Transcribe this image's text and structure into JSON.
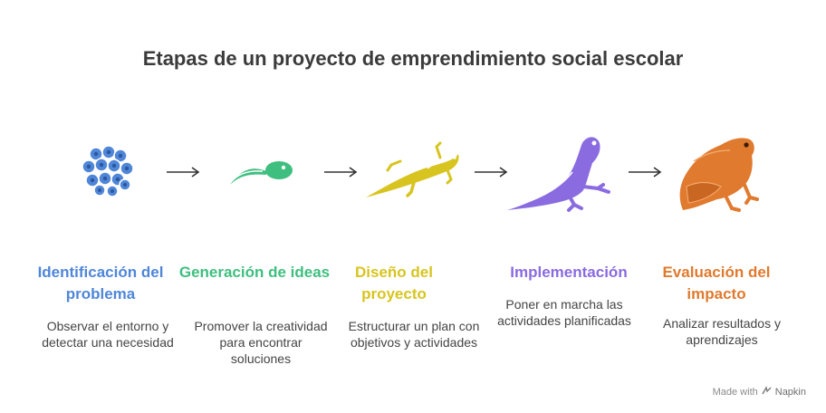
{
  "title": "Etapas de un proyecto de emprendimiento social escolar",
  "stages": [
    {
      "title": "Identificación del problema",
      "description": "Observar el entorno y detectar una necesidad",
      "color": "#4f86d8",
      "icon": "frog-eggs-icon"
    },
    {
      "title": "Generación de ideas",
      "description": "Promover la creatividad para encontrar soluciones",
      "color": "#3fbf7f",
      "icon": "tadpole-icon"
    },
    {
      "title": "Diseño del proyecto",
      "description": "Estructurar un plan con objetivos y actividades",
      "color": "#d8c41f",
      "icon": "tadpole-with-legs-icon"
    },
    {
      "title": "Implementación",
      "description": "Poner en marcha las actividades planificadas",
      "color": "#8a6be0",
      "icon": "froglet-icon"
    },
    {
      "title": "Evaluación del impacto",
      "description": "Analizar resultados y aprendizajes",
      "color": "#e07a2e",
      "icon": "frog-icon"
    }
  ],
  "arrow_glyph": "→",
  "footer": {
    "made_with": "Made with",
    "brand": "Napkin"
  }
}
